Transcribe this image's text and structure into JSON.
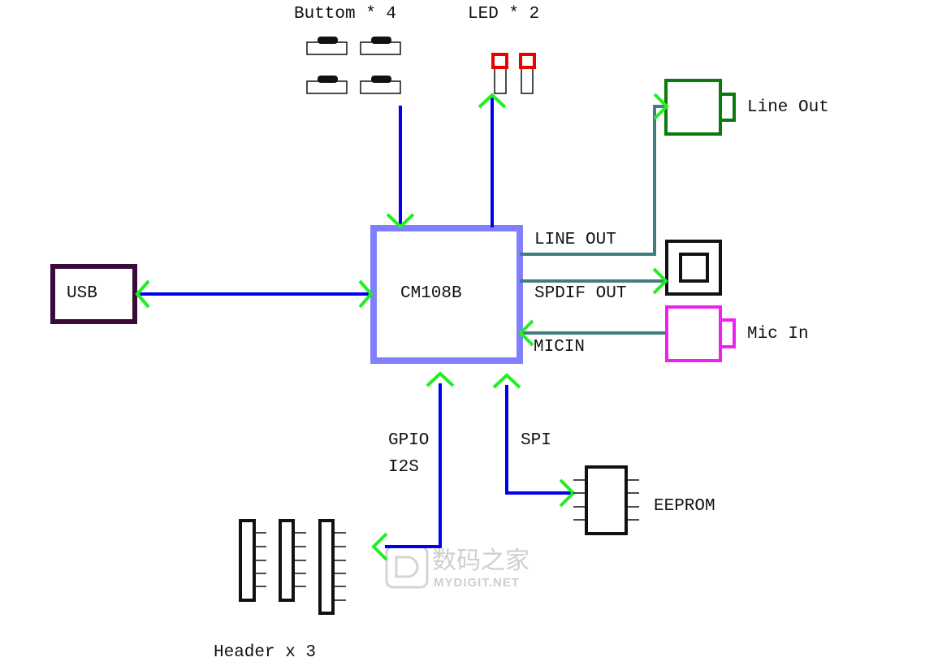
{
  "labels": {
    "buttons": "Buttom * 4",
    "leds": "LED * 2",
    "line_out_jack": "Line Out",
    "line_out_signal": "LINE OUT",
    "spdif_out": "SPDIF OUT",
    "mic_in_jack": "Mic In",
    "mic_in_signal": "MICIN",
    "usb": "USB",
    "chip": "CM108B",
    "gpio": "GPIO",
    "i2s": "I2S",
    "spi": "SPI",
    "eeprom": "EEPROM",
    "headers": "Header x 3"
  },
  "watermark": {
    "cn": "数码之家",
    "en": "MYDIGIT.NET"
  },
  "colors": {
    "chip": "#8080ff",
    "bus": "#0000ee",
    "audio_line": "#3f7f7f",
    "arrow": "#22ee22",
    "usb_box": "#3a0a3a",
    "line_out": "#0a7a0a",
    "mic_in": "#ee22ee",
    "led": "#ee0000",
    "outline": "#111111"
  }
}
